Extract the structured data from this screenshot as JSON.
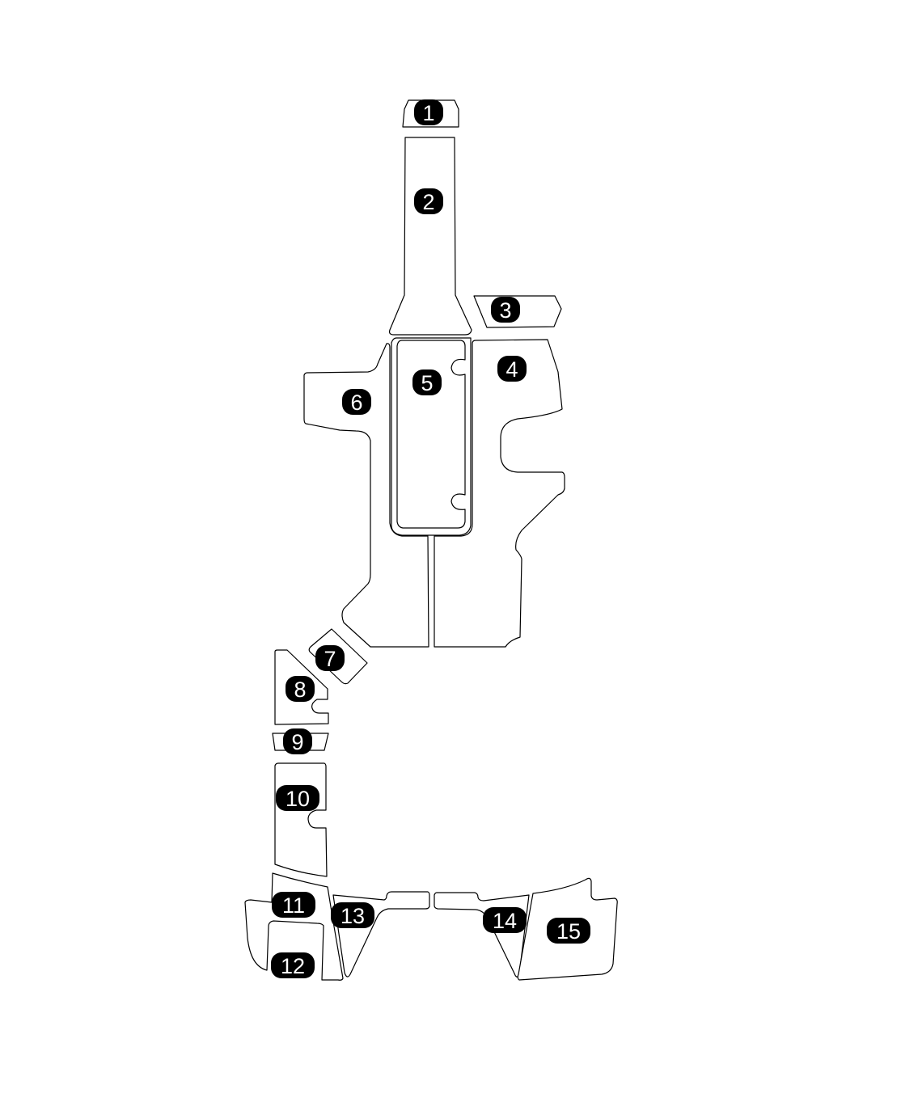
{
  "diagram": {
    "type": "deck pad layout",
    "colors": {
      "outline": "#000000",
      "badge": "#000000",
      "badge_text": "#ffffff"
    },
    "pieces": [
      {
        "label": "1"
      },
      {
        "label": "2"
      },
      {
        "label": "3"
      },
      {
        "label": "4"
      },
      {
        "label": "5"
      },
      {
        "label": "6"
      },
      {
        "label": "7"
      },
      {
        "label": "8"
      },
      {
        "label": "9"
      },
      {
        "label": "10"
      },
      {
        "label": "11"
      },
      {
        "label": "12"
      },
      {
        "label": "13"
      },
      {
        "label": "14"
      },
      {
        "label": "15"
      }
    ]
  }
}
